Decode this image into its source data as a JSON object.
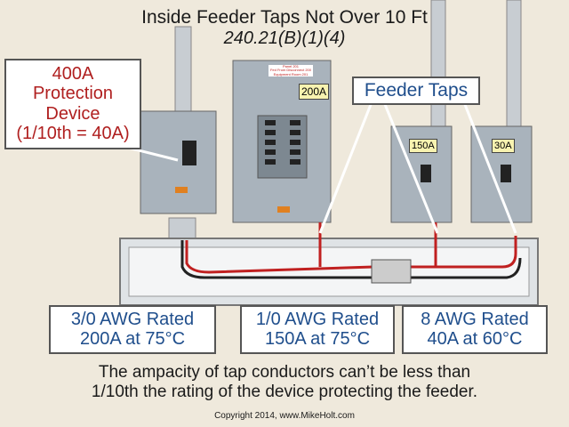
{
  "title": "Inside Feeder Taps Not Over 10 Ft",
  "subtitle": "240.21(B)(1)(4)",
  "protection_device": {
    "line1": "400A",
    "line2": "Protection Device",
    "line3": "(1/10th = 40A)"
  },
  "feeder_taps_label": "Feeder Taps",
  "panels": [
    {
      "rating": "200A",
      "label_lines": [
        "Panel 201",
        "Fed From Disconnect 200",
        "Equipment Room 201"
      ]
    },
    {
      "rating": "150A"
    },
    {
      "rating": "30A"
    }
  ],
  "conductors": [
    {
      "line1": "3/0 AWG Rated",
      "line2": "200A at 75°C"
    },
    {
      "line1": "1/0 AWG Rated",
      "line2": "150A at 75°C"
    },
    {
      "line1": "8 AWG Rated",
      "line2": "40A at 60°C"
    }
  ],
  "footnote_line1": "The ampacity of tap conductors can’t be less than",
  "footnote_line2": "1/10th the rating of the device protecting the feeder.",
  "copyright": "Copyright 2014, www.MikeHolt.com",
  "colors": {
    "red_text": "#b02020",
    "blue_text": "#1f4e8c",
    "enclosure": "#a9b3bc",
    "background": "#efe9dc"
  }
}
